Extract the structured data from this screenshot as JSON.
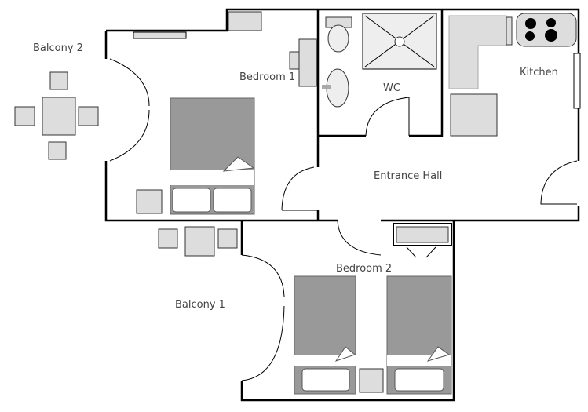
{
  "rooms": {
    "balcony2": "Balcony 2",
    "bedroom1": "Bedroom 1",
    "wc": "WC",
    "kitchen": "Kitchen",
    "entrance_hall": "Entrance Hall",
    "bedroom2": "Bedroom 2",
    "balcony1": "Balcony 1"
  }
}
